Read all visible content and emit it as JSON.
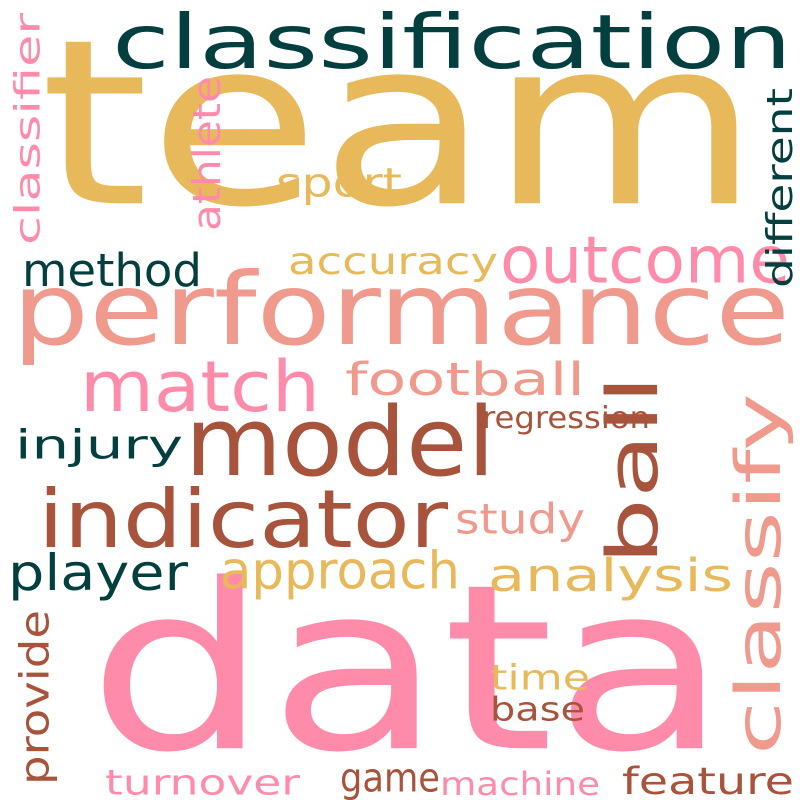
{
  "palette": {
    "gold": "#E8B95A",
    "teal": "#033F3F",
    "salmon": "#F09A8E",
    "pink": "#FF8BAA",
    "brown": "#A8533B"
  },
  "words": [
    {
      "text": "team",
      "color": "#E8B95A",
      "vertical": false
    },
    {
      "text": "data",
      "color": "#FF8BAA",
      "vertical": false
    },
    {
      "text": "performance",
      "color": "#F09A8E",
      "vertical": false
    },
    {
      "text": "classification",
      "color": "#033F3F",
      "vertical": false
    },
    {
      "text": "model",
      "color": "#A8533B",
      "vertical": false
    },
    {
      "text": "indicator",
      "color": "#A8533B",
      "vertical": false
    },
    {
      "text": "match",
      "color": "#FF8BAA",
      "vertical": false
    },
    {
      "text": "ball",
      "color": "#A8533B",
      "vertical": true
    },
    {
      "text": "classify",
      "color": "#F09A8E",
      "vertical": true
    },
    {
      "text": "outcome",
      "color": "#FF8BAA",
      "vertical": false
    },
    {
      "text": "approach",
      "color": "#E8B95A",
      "vertical": false
    },
    {
      "text": "player",
      "color": "#033F3F",
      "vertical": false
    },
    {
      "text": "analysis",
      "color": "#E8B95A",
      "vertical": false
    },
    {
      "text": "football",
      "color": "#F09A8E",
      "vertical": false
    },
    {
      "text": "method",
      "color": "#033F3F",
      "vertical": false
    },
    {
      "text": "injury",
      "color": "#033F3F",
      "vertical": false
    },
    {
      "text": "accuracy",
      "color": "#E8B95A",
      "vertical": false
    },
    {
      "text": "study",
      "color": "#F09A8E",
      "vertical": false
    },
    {
      "text": "sport",
      "color": "#E8B95A",
      "vertical": false
    },
    {
      "text": "different",
      "color": "#033F3F",
      "vertical": true
    },
    {
      "text": "classifier",
      "color": "#FF8BAA",
      "vertical": true
    },
    {
      "text": "athlete",
      "color": "#FF8BAA",
      "vertical": true
    },
    {
      "text": "provide",
      "color": "#A8533B",
      "vertical": true
    },
    {
      "text": "regression",
      "color": "#A8533B",
      "vertical": false
    },
    {
      "text": "turnover",
      "color": "#FF8BAA",
      "vertical": false
    },
    {
      "text": "game",
      "color": "#A8533B",
      "vertical": false
    },
    {
      "text": "machine",
      "color": "#FF8BAA",
      "vertical": false
    },
    {
      "text": "feature",
      "color": "#A8533B",
      "vertical": false
    },
    {
      "text": "time",
      "color": "#E8B95A",
      "vertical": false
    },
    {
      "text": "base",
      "color": "#A8533B",
      "vertical": false
    }
  ]
}
